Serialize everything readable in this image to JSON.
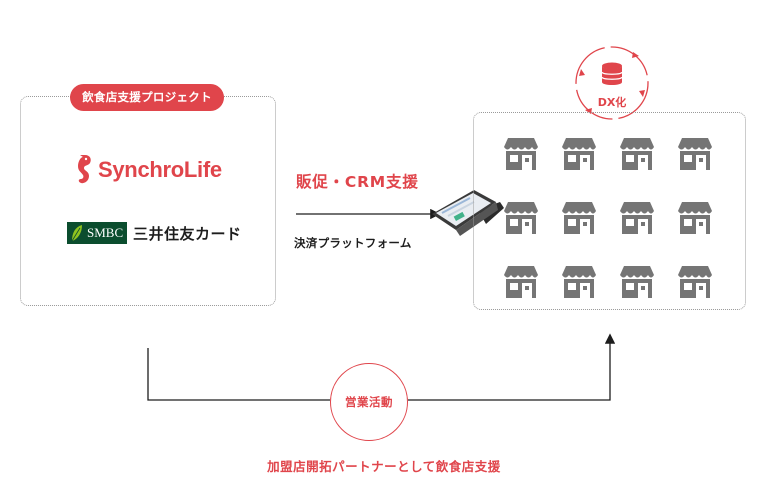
{
  "left_panel": {
    "badge": "飲食店支援プロジェクト",
    "logo_synchrolife": "SynchroLife",
    "logo_smbc": "SMBC",
    "logo_smbc_jp": "三井住友カード"
  },
  "arrow_labels": {
    "promo": "販促・CRM支援",
    "payment": "決済プラットフォーム"
  },
  "dx": {
    "label": "DX化"
  },
  "stores": {
    "count": 12
  },
  "sales": {
    "label": "営業活動",
    "caption": "加盟店開拓パートナーとして飲食店支援"
  },
  "colors": {
    "accent": "#e0454b",
    "store_icon": "#757575",
    "smbc_green": "#0b4d2e",
    "dashed_border": "#9a9a9a"
  }
}
